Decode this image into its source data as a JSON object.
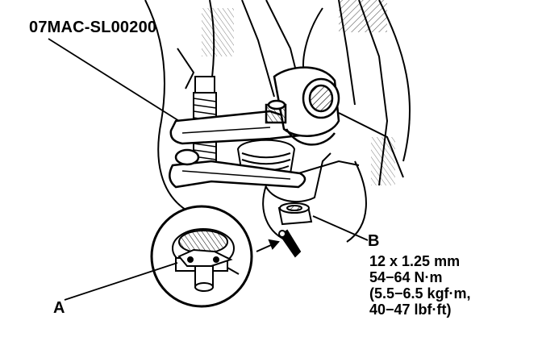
{
  "labels": {
    "tool_code": "07MAC-SL00200",
    "callout_a": "A",
    "callout_b": "B"
  },
  "torque_spec": {
    "bolt_size": "12 x 1.25 mm",
    "newton_meters": "54−64 N·m",
    "kgf_meters": "(5.5−6.5 kgf·m,",
    "lbf_feet": "40−47 lbf·ft)"
  },
  "colors": {
    "ink": "#000000",
    "paper": "#ffffff"
  }
}
